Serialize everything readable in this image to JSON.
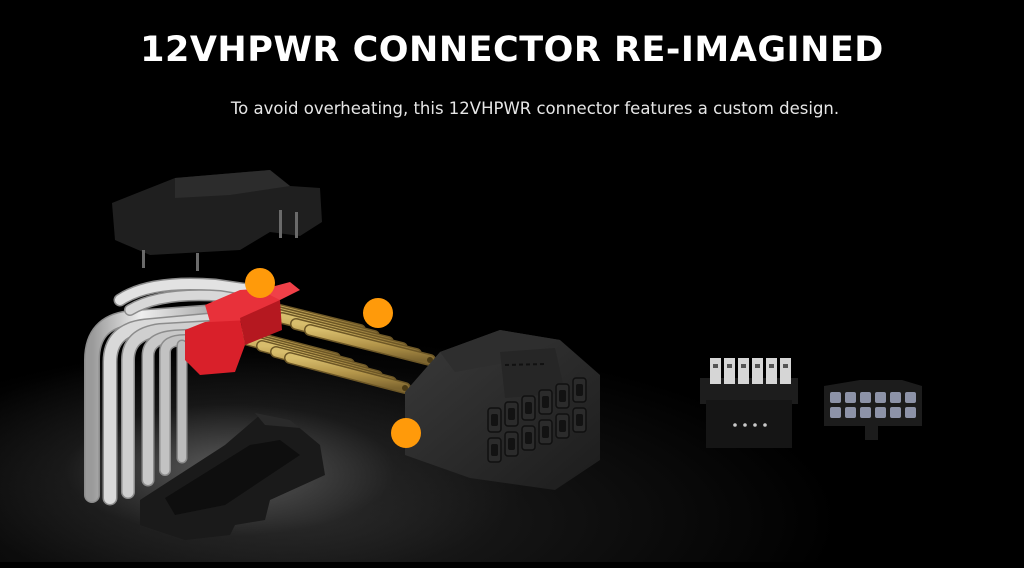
{
  "header": {
    "title": "12VHPWR CONNECTOR RE-IMAGINED",
    "subtitle": "To avoid overheating, this 12VHPWR connector features a custom design."
  },
  "colors": {
    "background": "#000000",
    "hotspot": "#FF9A0A",
    "terminal_gold": "#B89A4A",
    "latch_red": "#E8242B",
    "wire_white": "#DADADA",
    "housing_black": "#1E1E1E"
  },
  "hotspots": [
    {
      "label": "hotspot-latch"
    },
    {
      "label": "hotspot-terminals"
    },
    {
      "label": "hotspot-housing"
    }
  ],
  "components": [
    "top-cover",
    "cable-wires",
    "red-latch",
    "gold-terminals",
    "bottom-cover",
    "connector-housing",
    "connector-front-view",
    "connector-end-view"
  ]
}
